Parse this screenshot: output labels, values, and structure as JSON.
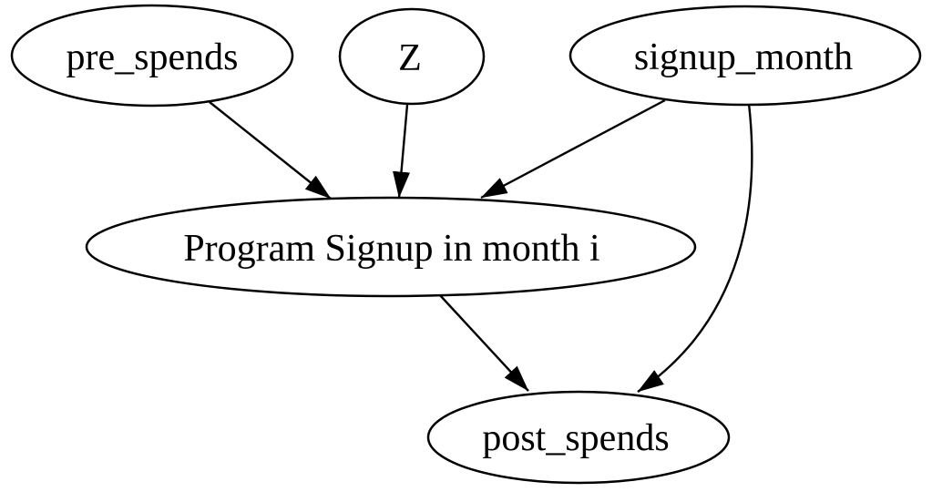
{
  "diagram": {
    "kind": "directed-acyclic-graph",
    "background_color": "#ffffff",
    "stroke_color": "#000000",
    "text_color": "#000000",
    "nodes": {
      "pre_spends": {
        "label": "pre_spends",
        "shape": "ellipse"
      },
      "z": {
        "label": "Z",
        "shape": "ellipse"
      },
      "signup_month": {
        "label": "signup_month",
        "shape": "ellipse"
      },
      "program_signup": {
        "label": "Program Signup in month i",
        "shape": "ellipse"
      },
      "post_spends": {
        "label": "post_spends",
        "shape": "ellipse"
      }
    },
    "edges": [
      {
        "from": "pre_spends",
        "to": "program_signup",
        "style": "solid-arrow"
      },
      {
        "from": "z",
        "to": "program_signup",
        "style": "solid-arrow"
      },
      {
        "from": "signup_month",
        "to": "program_signup",
        "style": "solid-arrow"
      },
      {
        "from": "program_signup",
        "to": "post_spends",
        "style": "solid-arrow"
      },
      {
        "from": "signup_month",
        "to": "post_spends",
        "style": "solid-arrow-curved"
      }
    ]
  }
}
